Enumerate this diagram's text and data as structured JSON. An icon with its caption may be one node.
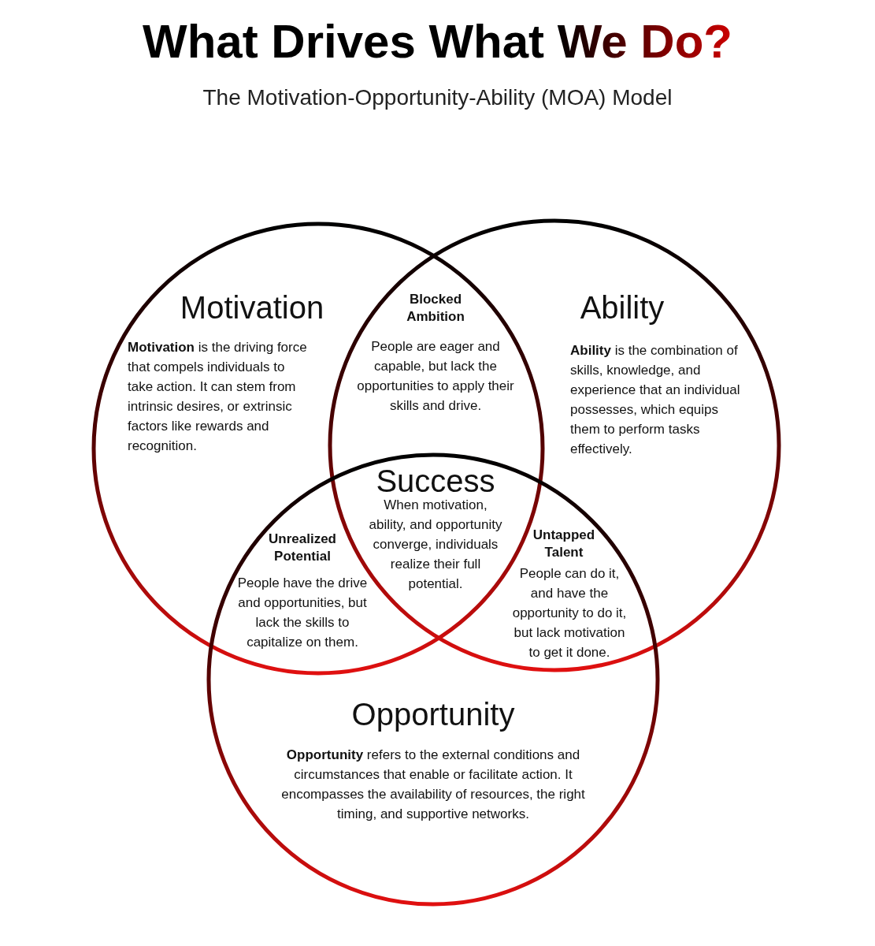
{
  "diagram": {
    "title": "What Drives What We Do?",
    "nodes": [
      {
        "text": [
          "Motivation",
          "**Motivation** is the driving force that compels individuals to take action. It can stem from intrinsic desires, or extrinsic factors like rewards and recognition."
        ]
      },
      {
        "text": [
          "Ability",
          "**Ability** is the combination of skills, knowledge, and experience that an individual possesses, which equips them to perform tasks effectively."
        ]
      },
      {
        "text": [
          "Opportunity",
          "**Opportunity** refers to the external conditions and circumstances that enable or facilitate action. It encompasses the availability of resources, the right timing, and supportive networks."
        ]
      },
      {
        "text": [
          "Blocked Ambition",
          "People are eager and capable, but lack the opportunities to apply their skills and drive."
        ]
      },
      {
        "text": [
          "Success",
          "When motivation, ability, and opportunity converge, individuals realize their full potential."
        ]
      },
      {
        "text": [
          "Unrealized Potential",
          "People have the drive and opportunities, but lack the skills to capitalize on them."
        ]
      },
      {
        "text": [
          "Untapped Talent",
          "People can do it, and have the opportunity to do it, but lack motivation to get it done."
        ]
      }
    ],
    "edges": [],
    "labels": [
      "The Motivation-Opportunity-Ability (MOA) Model"
    ]
  }
}
